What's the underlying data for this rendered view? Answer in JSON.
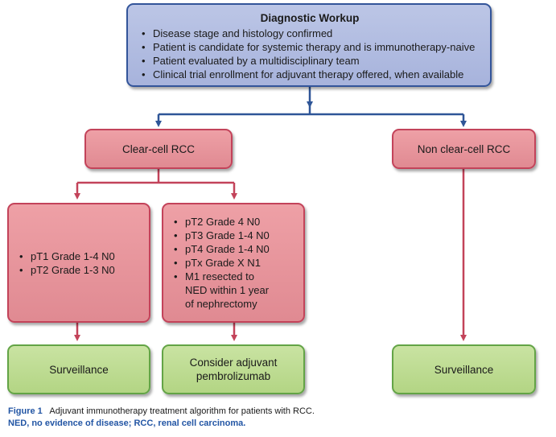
{
  "workup": {
    "title": "Diagnostic Workup",
    "items": [
      "Disease stage and histology confirmed",
      "Patient is candidate for systemic therapy and is immunotherapy-naive",
      "Patient evaluated by a multidisciplinary team",
      "Clinical trial enrollment for adjuvant therapy offered, when available"
    ]
  },
  "clear_cell": {
    "label": "Clear-cell RCC"
  },
  "non_clear_cell": {
    "label": "Non clear-cell RCC"
  },
  "low_risk": {
    "items": [
      "pT1 Grade 1-4 N0",
      "pT2 Grade 1-3 N0"
    ]
  },
  "high_risk": {
    "items": [
      "pT2 Grade 4 N0",
      "pT3 Grade 1-4 N0",
      "pT4 Grade 1-4 N0",
      "pTx Grade X N1",
      "M1 resected to NED within 1 year of nephrectomy"
    ]
  },
  "outcomes": {
    "surveillance_left": "Surveillance",
    "pembrolizumab": "Consider adjuvant pembrolizumab",
    "surveillance_right": "Surveillance"
  },
  "caption": {
    "figure_label": "Figure 1",
    "text": "Adjuvant immunotherapy treatment algorithm for patients with RCC.",
    "abbreviations": "NED, no evidence of disease; RCC, renal cell carcinoma."
  },
  "colors": {
    "blue_fill": "#a7b3dc",
    "blue_border": "#33559a",
    "red_fill": "#e08a92",
    "red_border": "#c3435a",
    "green_fill": "#b3d584",
    "green_border": "#63a446",
    "caption_accent": "#2255a4"
  }
}
